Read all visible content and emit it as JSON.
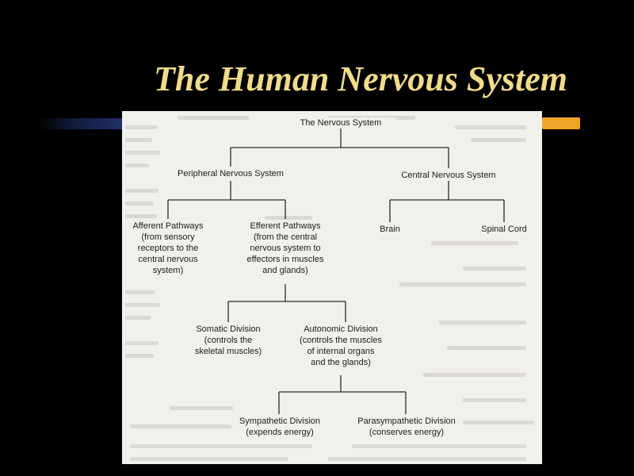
{
  "slide": {
    "title": "The Human Nervous System",
    "title_color": "#f2dc8a",
    "accent_color": "#f0a32a",
    "background_color": "#000000"
  },
  "diagram": {
    "root": "The Nervous System",
    "peripheral": "Peripheral Nervous System",
    "central": "Central Nervous System",
    "afferent": "Afferent Pathways\n(from sensory\nreceptors to the\ncentral nervous\nsystem)",
    "efferent": "Efferent Pathways\n(from the central\nnervous system to\neffectors in muscles\nand glands)",
    "brain": "Brain",
    "spinal_cord": "Spinal Cord",
    "somatic": "Somatic Division\n(controls the\nskeletal muscles)",
    "autonomic": "Autonomic Division\n(controls the muscles\nof internal organs\nand the glands)",
    "sympathetic": "Sympathetic Division\n(expends energy)",
    "parasympathetic": "Parasympathetic Division\n(conserves energy)"
  }
}
